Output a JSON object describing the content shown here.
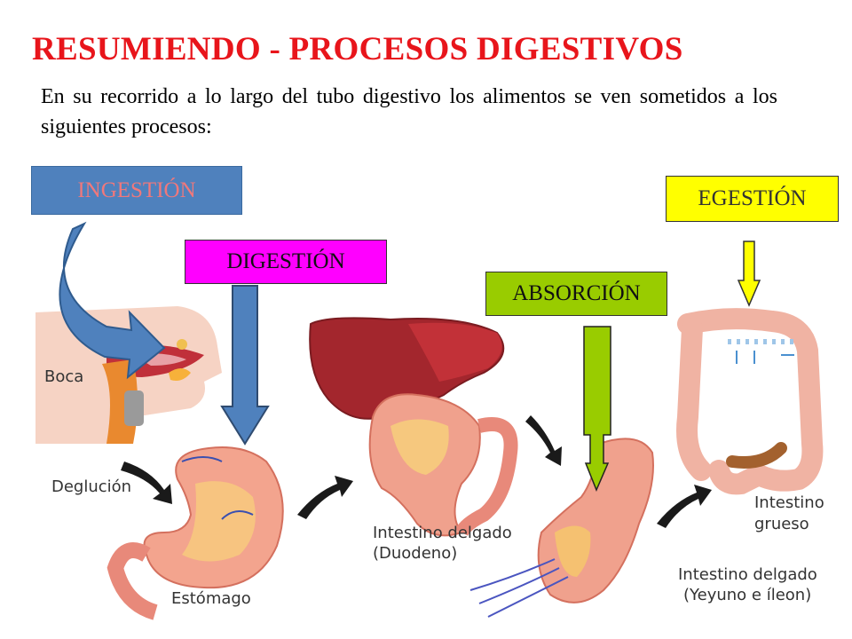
{
  "slide": {
    "title": "RESUMIENDO - PROCESOS DIGESTIVOS",
    "intro": "En su recorrido a lo largo del tubo digestivo los alimentos se ven sometidos a los siguientes procesos:"
  },
  "processes": {
    "ingestion": "INGESTIÓN",
    "digestion": "DIGESTIÓN",
    "absorcion": "ABSORCIÓN",
    "egestion": "EGESTIÓN"
  },
  "labels": {
    "boca": "Boca",
    "deglucion": "Deglución",
    "estomago": "Estómago",
    "intestino_delgado_l1": "Intestino delgado",
    "intestino_delgado_l2": "(Duodeno)",
    "yeyuno_l1": "Intestino delgado",
    "yeyuno_l2": "(Yeyuno e íleon)",
    "grueso_l1": "Intestino",
    "grueso_l2": "grueso"
  },
  "colors": {
    "title": "#e8151b",
    "ingestion_box": "#4f81bd",
    "digestion_box": "#ff00ff",
    "absorcion_box": "#99cc00",
    "egestion_box": "#ffff00"
  }
}
